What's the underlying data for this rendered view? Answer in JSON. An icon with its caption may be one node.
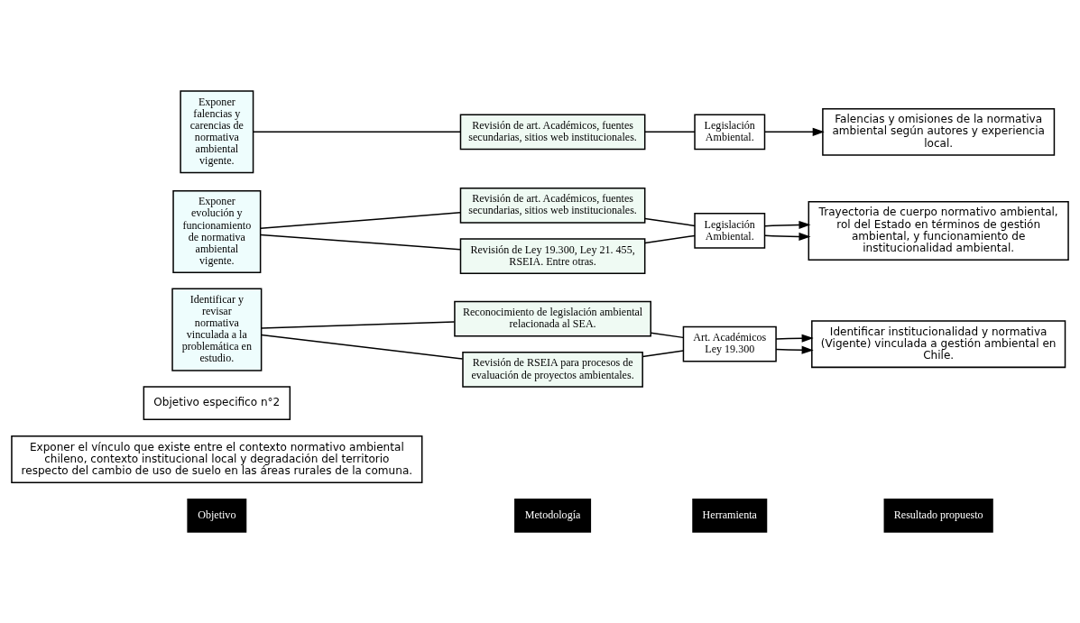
{
  "diagram": {
    "nodes": [
      {
        "text": [
          "Objetivo especifico n°2"
        ]
      },
      {
        "text": [
          "Exponer el vínculo que existe entre el contexto normativo ambiental chileno, contexto institucional local y degradación del territorio respecto del cambio de uso de suelo en las áreas rurales de la comuna."
        ]
      },
      {
        "text": [
          "Objetivo"
        ]
      },
      {
        "text": [
          "Metodología"
        ]
      },
      {
        "text": [
          "Herramienta"
        ]
      },
      {
        "text": [
          "Resultado propuesto"
        ]
      },
      {
        "text": [
          "Identificar y revisar normativa vinculada a la problemática en estudio."
        ]
      },
      {
        "text": [
          "Reconocimiento de legislación ambiental relacionada al SEA."
        ]
      },
      {
        "text": [
          "Revisión de RSEIA para procesos de evaluación de proyectos ambientales."
        ]
      },
      {
        "text": [
          "Art. Académicos Ley 19.300"
        ]
      },
      {
        "text": [
          "Identificar institucionalidad y normativa (Vigente) vinculada a gestión ambiental en Chile."
        ]
      },
      {
        "text": [
          "Exponer evolución y funcionamiento de normativa ambiental vigente."
        ]
      },
      {
        "text": [
          "Revisión de art. Académicos, fuentes secundarias, sitios web institucionales."
        ]
      },
      {
        "text": [
          "Revisión de Ley 19.300, Ley 21. 455, RSEIA. Entre otras."
        ]
      },
      {
        "text": [
          "Legislación Ambiental."
        ]
      },
      {
        "text": [
          "Trayectoria de cuerpo normativo ambiental, rol del Estado en términos de gestión ambiental, y funcionamiento de institucionalidad ambiental."
        ]
      },
      {
        "text": [
          "Exponer falencias y carencias de normativa ambiental vigente."
        ]
      },
      {
        "text": [
          "Revisión de art. Académicos, fuentes secundarias, sitios web institucionales."
        ]
      },
      {
        "text": [
          "Legislación Ambiental."
        ]
      },
      {
        "text": [
          "Falencias y omisiones de la normativa ambiental según autores y experiencia local."
        ]
      }
    ],
    "edges": [
      {
        "from": 6,
        "to": 7,
        "arrow": "none"
      },
      {
        "from": 6,
        "to": 8,
        "arrow": "none"
      },
      {
        "from": 7,
        "to": 9,
        "arrow": "none"
      },
      {
        "from": 8,
        "to": 9,
        "arrow": "none"
      },
      {
        "from": 9,
        "to": 10,
        "arrow": "to"
      },
      {
        "from": 9,
        "to": 10,
        "arrow": "to"
      },
      {
        "from": 11,
        "to": 12,
        "arrow": "none"
      },
      {
        "from": 11,
        "to": 13,
        "arrow": "none"
      },
      {
        "from": 12,
        "to": 14,
        "arrow": "none"
      },
      {
        "from": 13,
        "to": 14,
        "arrow": "none"
      },
      {
        "from": 14,
        "to": 15,
        "arrow": "to"
      },
      {
        "from": 14,
        "to": 15,
        "arrow": "to"
      },
      {
        "from": 16,
        "to": 17,
        "arrow": "none"
      },
      {
        "from": 17,
        "to": 18,
        "arrow": "none"
      },
      {
        "from": 18,
        "to": 19,
        "arrow": "to"
      }
    ]
  }
}
